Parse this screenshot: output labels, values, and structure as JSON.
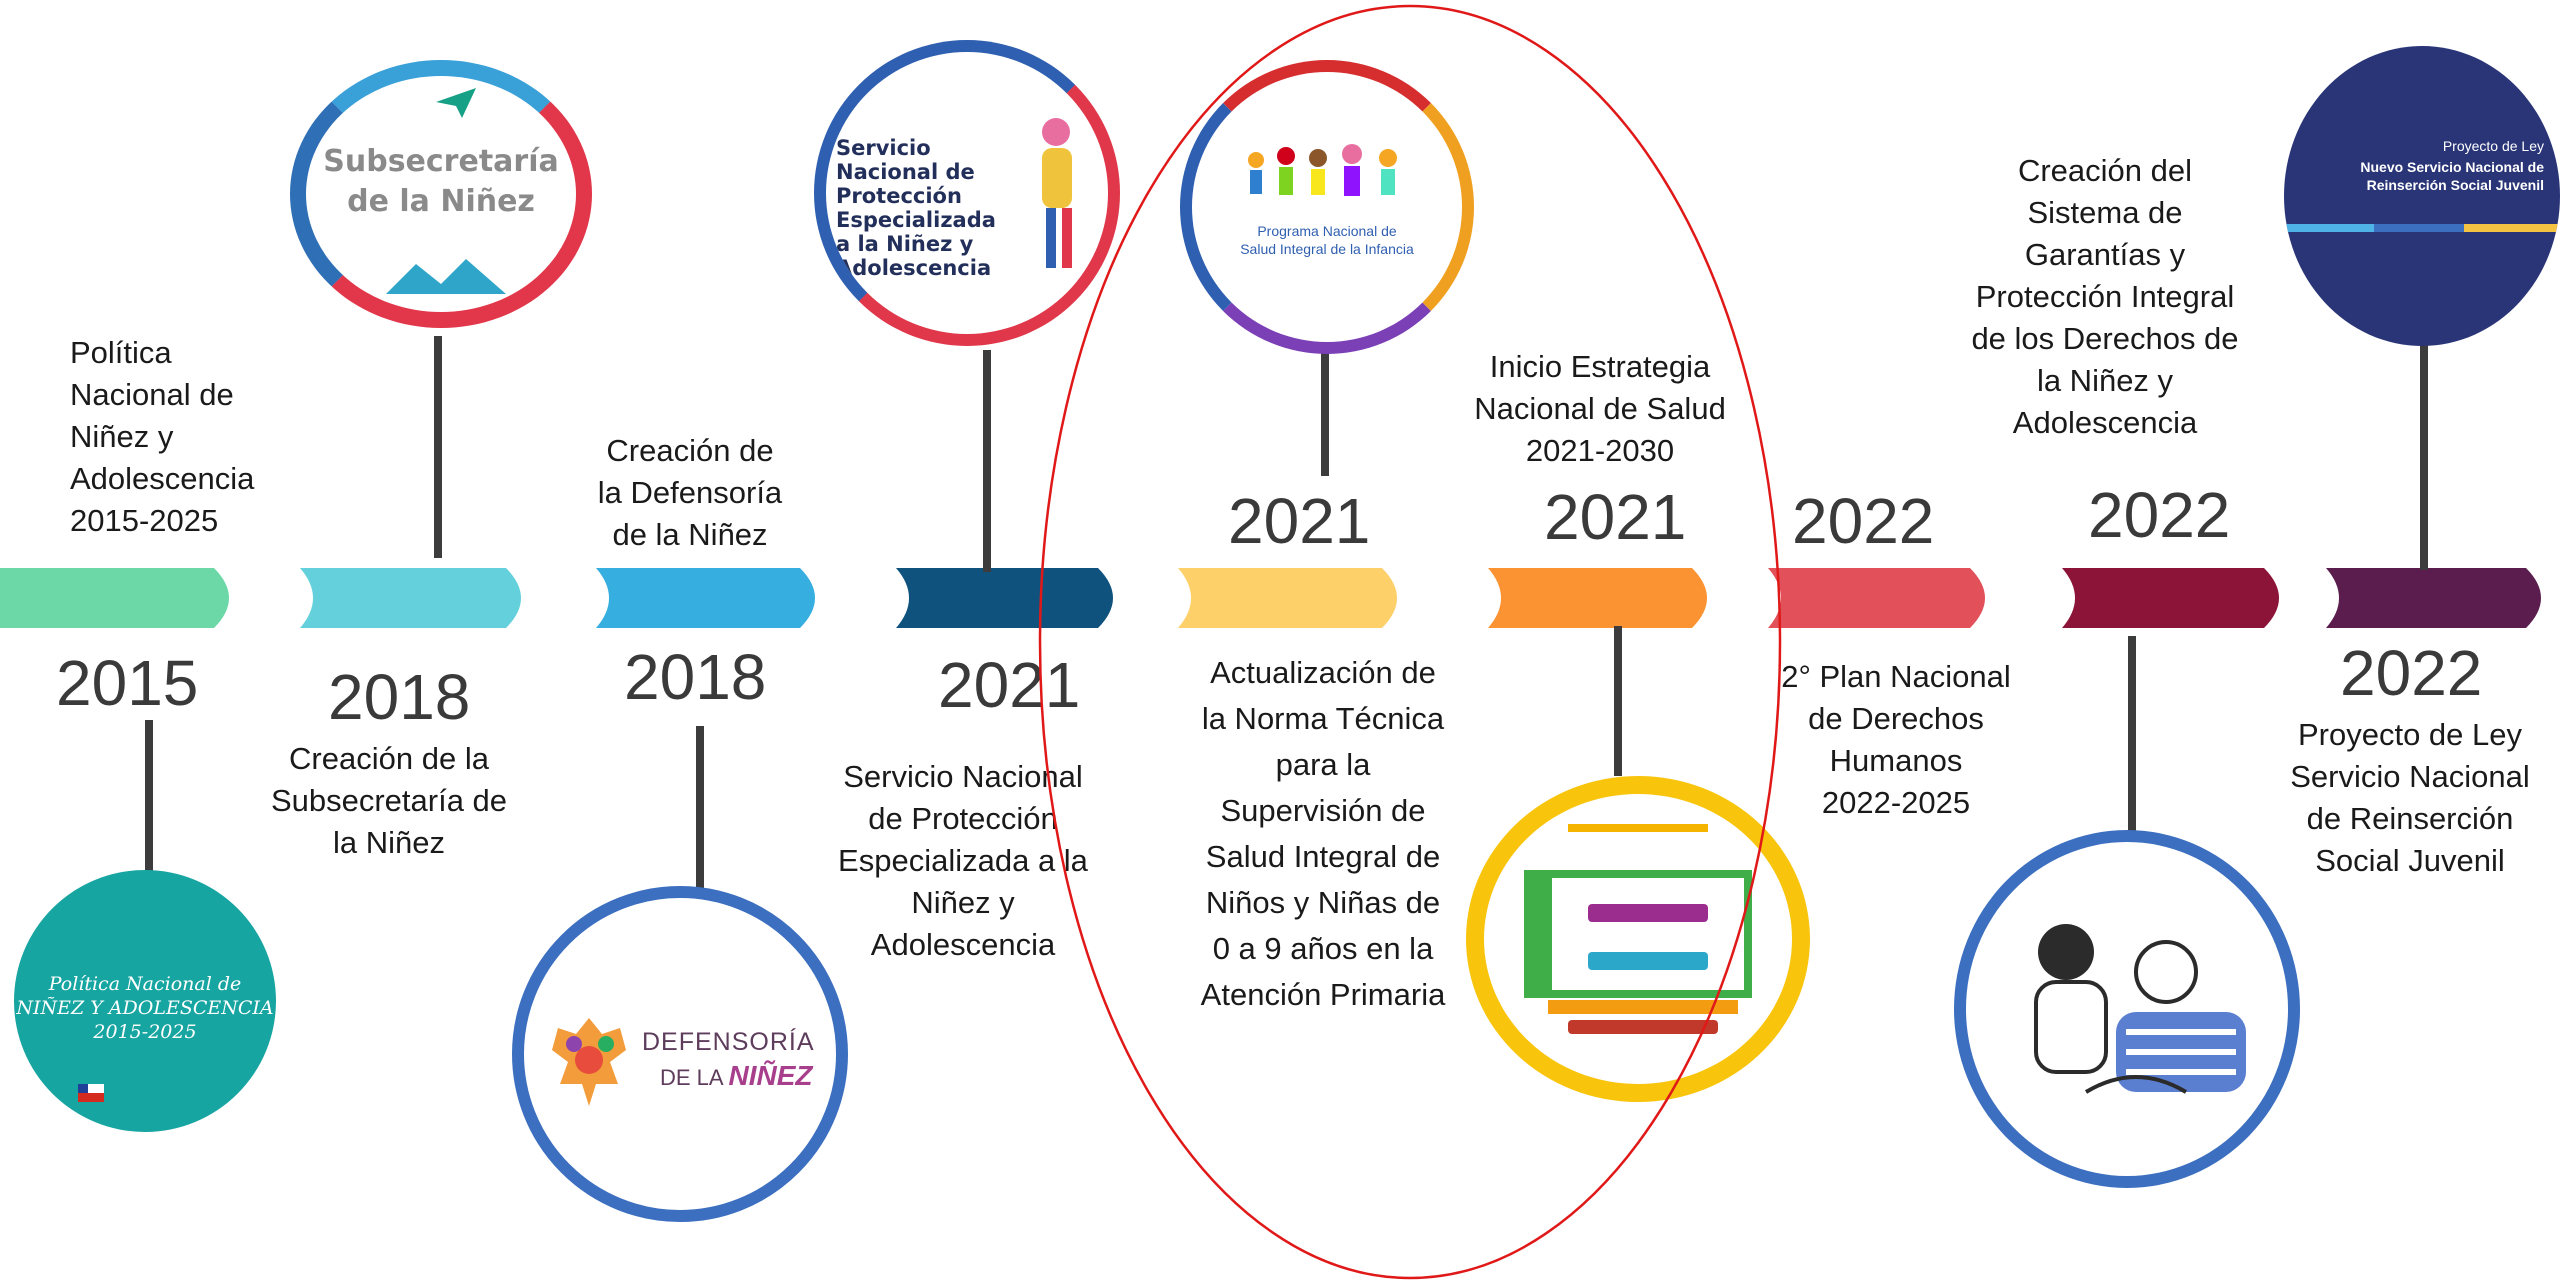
{
  "colors": {
    "seg1": "#6cd8a8",
    "seg2": "#64d0dc",
    "seg3": "#36aee0",
    "seg4": "#0f527e",
    "seg5": "#fdd06a",
    "seg6": "#fb9332",
    "seg7": "#e2505a",
    "seg8": "#8b1438",
    "seg9": "#5a1d4e",
    "ring_blue": "#3c6fc0",
    "ring_yellow": "#f8c40c",
    "teal_fill": "#17a5a2",
    "navy_fill": "#2a3577",
    "red_ellipse": "#e01818"
  },
  "events": [
    {
      "year": "2015",
      "label": "Política\nNacional de\nNiñez y\nAdolescencia\n2015-2025"
    },
    {
      "year": "2018",
      "label": "Creación de la\nSubsecretaría de\nla Niñez"
    },
    {
      "year": "2018",
      "label": "Creación de\nla Defensoría\nde la Niñez"
    },
    {
      "year": "2021",
      "label": "Servicio Nacional\nde Protección\nEspecializada a la\nNiñez y\nAdolescencia"
    },
    {
      "year": "2021",
      "label": "Actualización de\nla Norma Técnica\npara la\nSupervisión de\nSalud Integral de\nNiños y Niñas de\n0 a 9 años en la\nAtención Primaria"
    },
    {
      "year": "2021",
      "label": "Inicio Estrategia\nNacional de Salud\n2021-2030"
    },
    {
      "year": "2022",
      "label": "2° Plan Nacional\nde Derechos\nHumanos\n2022-2025"
    },
    {
      "year": "2022",
      "label": "Creación del\nSistema de\nGarantías y\nProtección Integral\nde los Derechos de\nla Niñez y\nAdolescencia"
    },
    {
      "year": "2022",
      "label": "Proyecto de Ley\nServicio Nacional\nde Reinserción\nSocial Juvenil"
    }
  ],
  "logos": {
    "politica": "Política Nacional de\nNIÑEZ Y ADOLESCENCIA\n2015-2025",
    "subsecretaria": "Subsecretaría\nde la Niñez",
    "defensoria_top": "DEFENSORÍA",
    "defensoria_bottom_a": "DE LA ",
    "defensoria_bottom_b": "NIÑEZ",
    "servicio": "Servicio Nacional de\nProtección\nEspecializada\na la Niñez y\nAdolescencia",
    "programa": "Programa Nacional de\nSalud Integral de la Infancia",
    "proyecto_small": "Proyecto de Ley",
    "proyecto_big": "Nuevo Servicio Nacional de\nReinserción Social Juvenil"
  }
}
